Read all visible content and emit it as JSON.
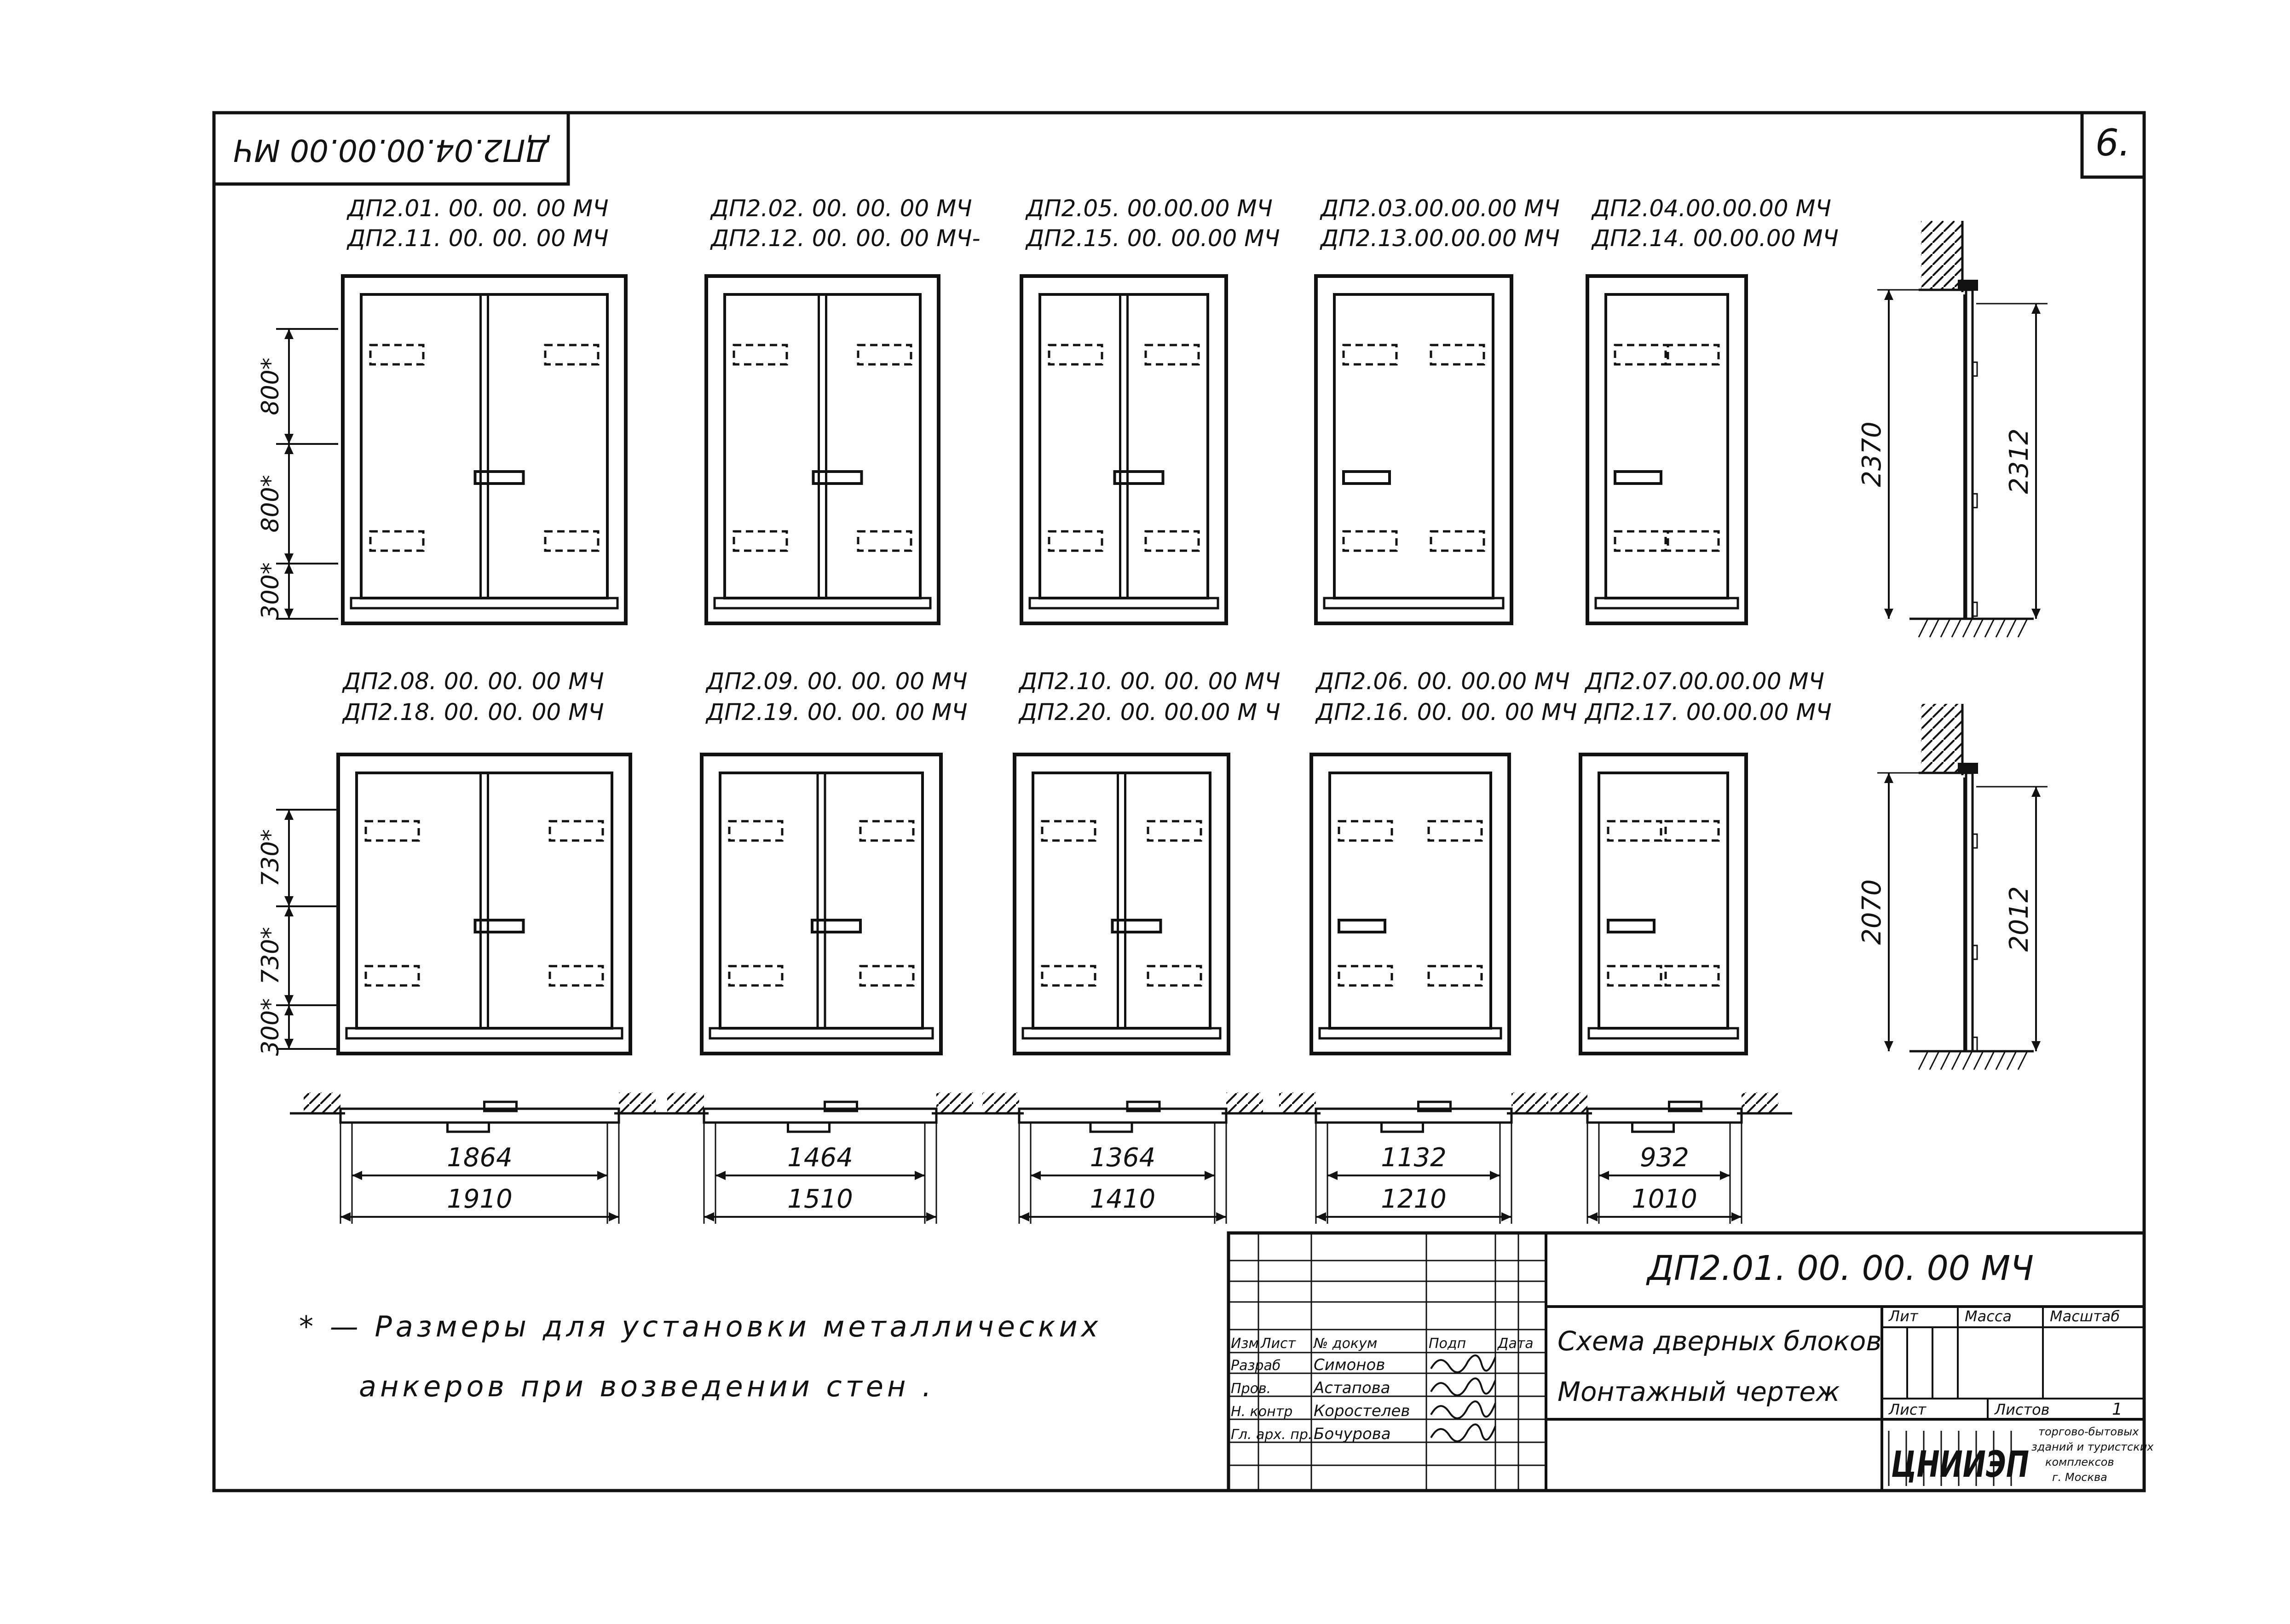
{
  "sheet": {
    "sheet_number": "6.",
    "stamp_code_rotated": "ДП2.04.00.00.00 МЧ",
    "designation": "ДП2.01. 00. 00. 00  МЧ",
    "title_line1": "Схема дверных блоков",
    "title_line2": "Монтажный чертеж"
  },
  "doors_top": [
    {
      "code1": "ДП2.01. 00. 00. 00  МЧ",
      "code2": "ДП2.11. 00. 00. 00  МЧ",
      "leaves": 2
    },
    {
      "code1": "ДП2.02. 00. 00. 00 МЧ",
      "code2": "ДП2.12. 00. 00. 00 МЧ-",
      "leaves": 2
    },
    {
      "code1": "ДП2.05. 00.00.00 МЧ",
      "code2": "ДП2.15. 00. 00.00 МЧ",
      "leaves": 2
    },
    {
      "code1": "ДП2.03.00.00.00 МЧ",
      "code2": "ДП2.13.00.00.00 МЧ",
      "leaves": 1
    },
    {
      "code1": "ДП2.04.00.00.00 МЧ",
      "code2": "ДП2.14. 00.00.00 МЧ",
      "leaves": 1
    }
  ],
  "doors_bottom": [
    {
      "code1": "ДП2.08. 00. 00. 00  МЧ",
      "code2": "ДП2.18. 00. 00. 00  МЧ",
      "leaves": 2
    },
    {
      "code1": "ДП2.09. 00. 00. 00  МЧ",
      "code2": "ДП2.19. 00. 00. 00  МЧ",
      "leaves": 2
    },
    {
      "code1": "ДП2.10. 00. 00. 00 МЧ",
      "code2": "ДП2.20. 00. 00.00  М Ч",
      "leaves": 2
    },
    {
      "code1": "ДП2.06. 00. 00.00 МЧ",
      "code2": "ДП2.16. 00. 00. 00 МЧ",
      "leaves": 1
    },
    {
      "code1": "ДП2.07.00.00.00 МЧ",
      "code2": "ДП2.17. 00.00.00 МЧ",
      "leaves": 1
    }
  ],
  "plan_dims": [
    {
      "inner": "1864",
      "outer": "1910"
    },
    {
      "inner": "1464",
      "outer": "1510"
    },
    {
      "inner": "1364",
      "outer": "1410"
    },
    {
      "inner": "1132",
      "outer": "1210"
    },
    {
      "inner": "932",
      "outer": "1010"
    }
  ],
  "top_vertical_dims": [
    "800*",
    "800*",
    "300*"
  ],
  "bottom_vertical_dims": [
    "730*",
    "730*",
    "300*"
  ],
  "section_top": {
    "outer": "2370",
    "inner": "2312"
  },
  "section_bottom": {
    "outer": "2070",
    "inner": "2012"
  },
  "note": {
    "line1": "* — Размеры для установки металлических",
    "line2": "анкеров при возведении стен ."
  },
  "title_block": {
    "hdr_izm": "Изм",
    "hdr_list": "Лист",
    "hdr_doc": "№ докум",
    "hdr_podp": "Подп",
    "hdr_data": "Дата",
    "roles": [
      "Разраб",
      "Пров.",
      "Н. контр",
      "Гл. арх. пр."
    ],
    "names": [
      "Симонов",
      "Астапова",
      "Коростелев",
      "Бочурова"
    ],
    "lit": "Лит",
    "massa": "Масса",
    "masshtab": "Масштаб",
    "list": "Лист",
    "listov": "Листов",
    "listov_value": "1",
    "org_logo": "ЦНИИЭП",
    "org_lines": [
      "торгово-бытовых",
      "зданий и туристских",
      "комплексов",
      "г. Москва"
    ]
  }
}
